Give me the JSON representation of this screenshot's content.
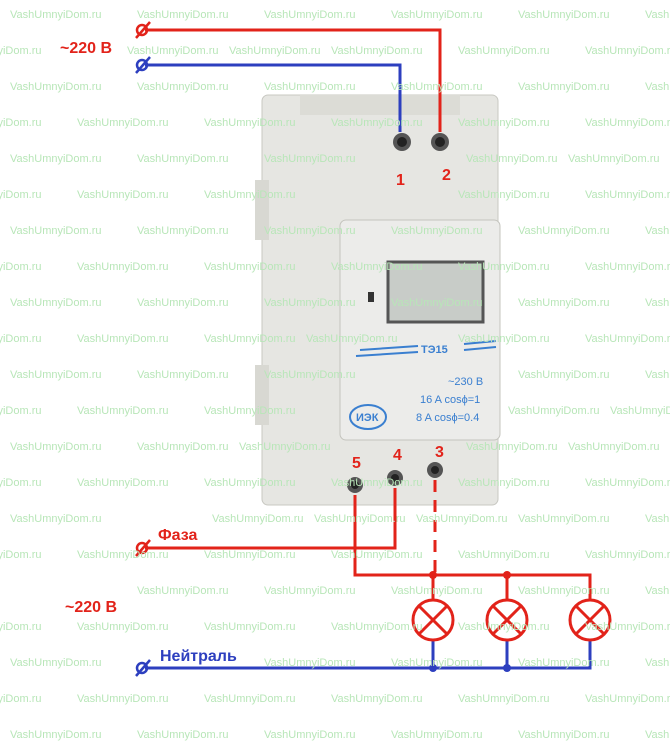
{
  "watermark": "VashUmnyiDom.ru",
  "labels": {
    "voltage_top": "~220 В",
    "voltage_bottom": "~220 В",
    "phase": "Фаза",
    "neutral": "Нейтраль"
  },
  "terminals": {
    "t1": "1",
    "t2": "2",
    "t3": "3",
    "t4": "4",
    "t5": "5"
  },
  "device": {
    "model": "ТЭ15",
    "voltage": "~230 В",
    "rating1": "16 A cosϕ=1",
    "rating2": "8 A cosϕ=0.4",
    "brand": "ИЭК"
  },
  "colors": {
    "phase": "#e2231a",
    "neutral": "#2d3fbf",
    "watermark": "#b8e6b8"
  }
}
